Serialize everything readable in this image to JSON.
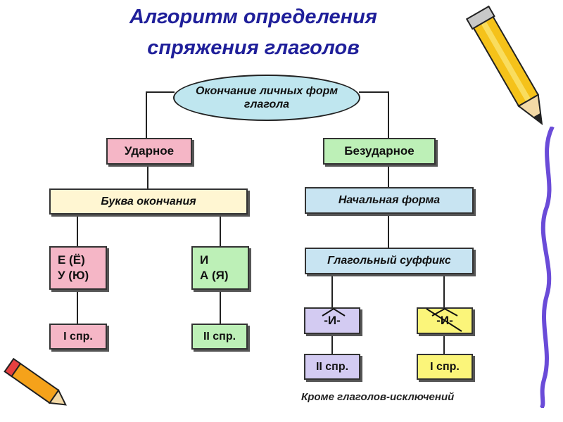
{
  "title": {
    "line1": "Алгоритм определения",
    "line2": "спряжения глаголов"
  },
  "root": {
    "line1": "Окончание личных форм",
    "line2": "глагола"
  },
  "left": {
    "stressed": "Ударное",
    "letter_ending": "Буква окончания",
    "group1": {
      "line1": "Е (Ё)",
      "line2": "У (Ю)"
    },
    "group2": {
      "line1": "И",
      "line2": "А (Я)"
    },
    "result1": "I спр.",
    "result2": "II спр."
  },
  "right": {
    "unstressed": "Безударное",
    "initial_form": "Начальная форма",
    "verb_suffix": "Глагольный суффикс",
    "suffix_i": "-И-",
    "suffix_not_i": "-И-",
    "result_ii": "II спр.",
    "result_i": "I спр."
  },
  "note": "Кроме глаголов-исключений",
  "colors": {
    "title": "#1f1f9a",
    "ellipse": "#bfe6ef",
    "pink": "#f5b6c6",
    "green": "#bdf0b7",
    "cream": "#fff6d2",
    "blue": "#c8e4f2",
    "yellow": "#fbf57a",
    "lavender": "#d3cbf2"
  },
  "decorations": [
    "pencil-icon",
    "pencil-icon",
    "purple-wavy-line"
  ]
}
